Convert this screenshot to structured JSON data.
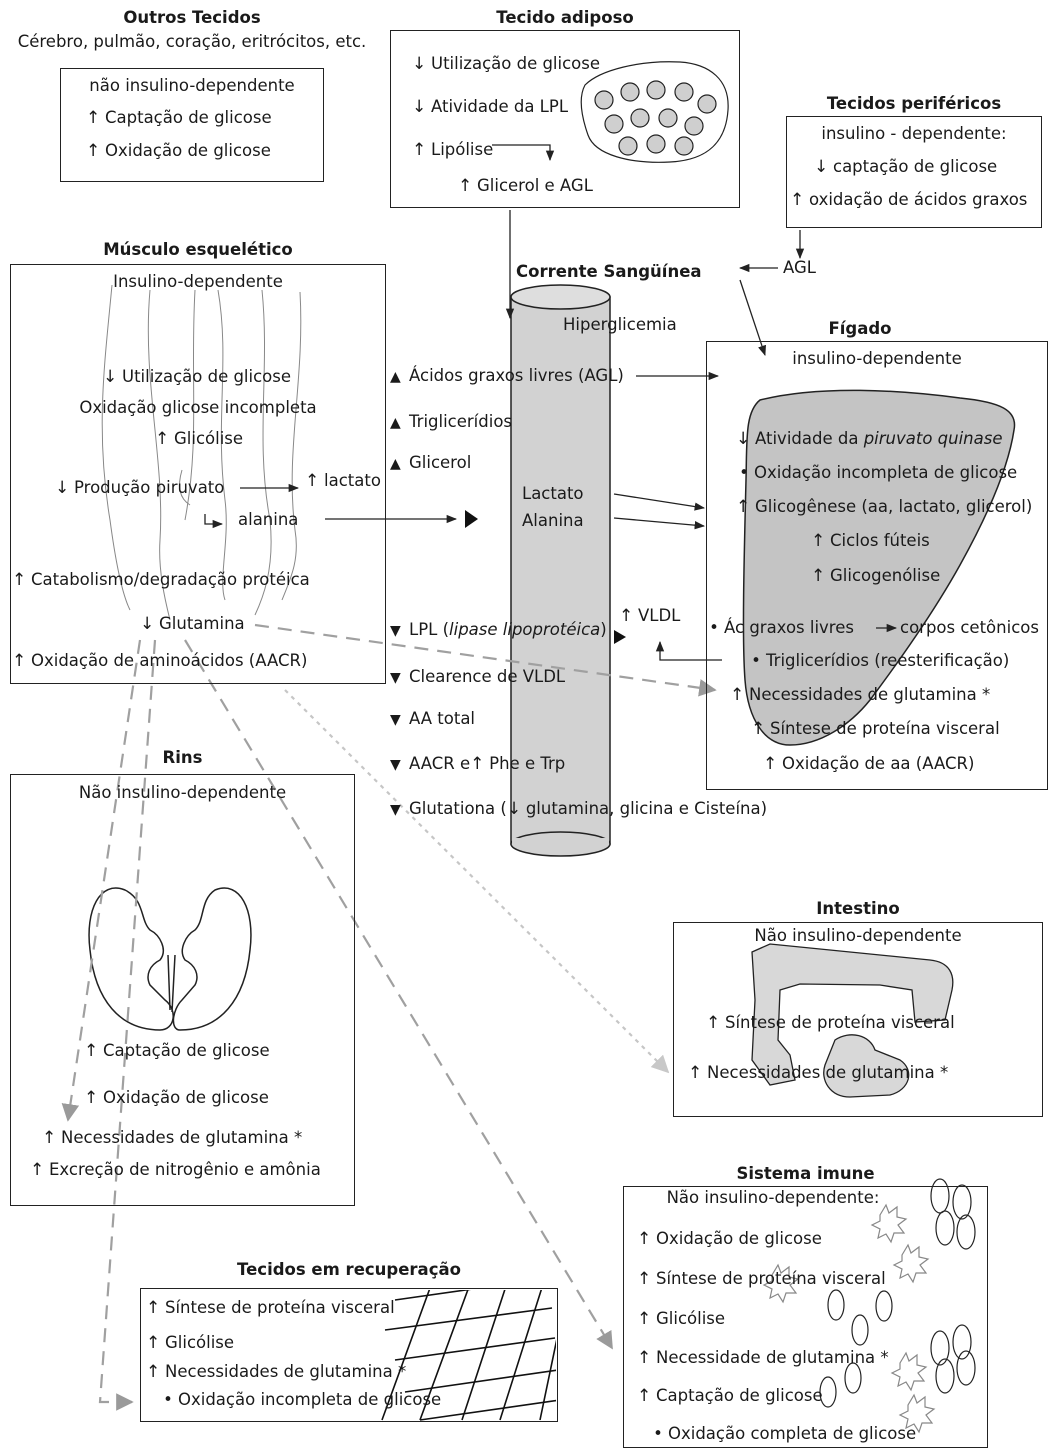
{
  "outros": {
    "title": "Outros Tecidos",
    "subtitle": "Cérebro, pulmão, coração, eritrócitos, etc.",
    "header": "não insulino-dependente",
    "l1": "Captação de glicose",
    "l2": "Oxidação de glicose"
  },
  "adiposo": {
    "title": "Tecido adiposo",
    "l1": "Utilização de glicose",
    "l2": "Atividade da LPL",
    "l3": "Lipólise",
    "l4": "Glicerol e AGL"
  },
  "perifericos": {
    "title": "Tecidos periféricos",
    "header": "insulino - dependente:",
    "l1": "captação de glicose",
    "l2": "oxidação de ácidos graxos",
    "agl": "AGL"
  },
  "musculo": {
    "title": "Músculo esquelético",
    "header": "Insulino-dependente",
    "l1": "Utilização de glicose",
    "l2": "Oxidação glicose incompleta",
    "l3": "Glicólise",
    "l4": "Produção piruvato",
    "lactato": "lactato",
    "alanina": "alanina",
    "l5": "Catabolismo/degradação protéica",
    "glutamina": "Glutamina",
    "l6": "Oxidação de aminoácidos (AACR)"
  },
  "corrente": {
    "title": "Corrente Sangüínea",
    "hiper": "Hiperglicemia",
    "lactato": "Lactato",
    "alanina": "Alanina",
    "items": {
      "agl": "Ácidos graxos livres (AGL)",
      "trig": "Triglicerídios",
      "glicerol": "Glicerol",
      "lpl_a": "LPL (",
      "lpl_b": "lipase lipoprotéica",
      "lpl_c": ")",
      "vldl": "VLDL",
      "clearence": "Clearence de VLDL",
      "aa": "AA total",
      "aacr_a": "AACR e",
      "aacr_b": "Phe e Trp",
      "glut_a": "Glutationa (",
      "glut_b": "glutamina, glicina e Cisteína)"
    }
  },
  "figado": {
    "title": "Fígado",
    "header": "insulino-dependente",
    "l1a": "Atividade da ",
    "l1b": "piruvato quinase",
    "l2": "Oxidação incompleta de glicose",
    "l3": "Glicogênese (aa, lactato, glicerol)",
    "l4": "Ciclos fúteis",
    "l5": "Glicogenólise",
    "l6": "Ác graxos livres",
    "l6b": "corpos cetônicos",
    "l7": "Triglicerídios (reesterificação)",
    "l8": "Necessidades de glutamina *",
    "l9": "Síntese de proteína visceral",
    "l10": "Oxidação de aa (AACR)"
  },
  "rins": {
    "title": "Rins",
    "header": "Não insulino-dependente",
    "l1": "Captação de glicose",
    "l2": "Oxidação de glicose",
    "l3": "Necessidades de glutamina *",
    "l4": "Excreção de nitrogênio e amônia"
  },
  "intestino": {
    "title": "Intestino",
    "header": "Não insulino-dependente",
    "l1": "Síntese de proteína visceral",
    "l2": "Necessidades de glutamina *"
  },
  "imune": {
    "title": "Sistema imune",
    "header": "Não insulino-dependente:",
    "l1": "Oxidação de glicose",
    "l2": "Síntese de proteína visceral",
    "l3": "Glicólise",
    "l4": "Necessidade de glutamina *",
    "l5": "Captação de glicose",
    "l6": "Oxidação completa de glicose"
  },
  "recuperacao": {
    "title": "Tecidos em recuperação",
    "l1": "Síntese de proteína visceral",
    "l2": "Glicólise",
    "l3": "Necessidades de glutamina *",
    "l4": "Oxidação incompleta de glicose"
  }
}
